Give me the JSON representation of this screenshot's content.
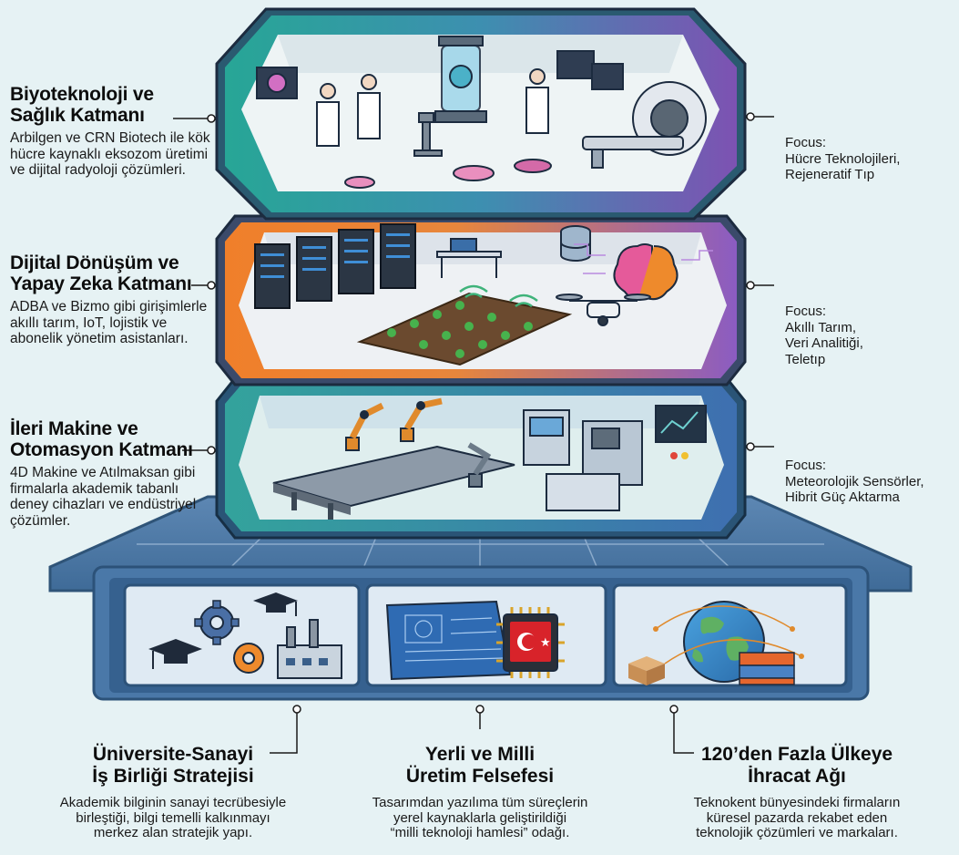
{
  "layers": [
    {
      "title_lines": [
        "Biyoteknoloji ve",
        "Sağlık Katmanı"
      ],
      "description": "Arbilgen ve CRN Biotech ile kök hücre kaynaklı eksozom üretimi ve dijital radyoloji çözümleri.",
      "focus_label": "Focus:",
      "focus_items": [
        "Hücre Teknolojileri,",
        "Rejeneratif Tıp"
      ],
      "colors": {
        "left": "#1f9a8e",
        "right": "#7c4fb0"
      }
    },
    {
      "title_lines": [
        "Dijital Dönüşüm ve",
        "Yapay Zeka Katmanı"
      ],
      "description": "ADBA ve Bizmo gibi girişimlerle akıllı tarım, IoT, lojistik ve abonelik yönetim asistanları.",
      "focus_label": "Focus:",
      "focus_items": [
        "Akıllı Tarım,",
        "Veri Analitiği,",
        "Teletıp"
      ],
      "colors": {
        "left": "#ee7a28",
        "right": "#8a5cc0"
      }
    },
    {
      "title_lines": [
        "İleri Makine ve",
        "Otomasyon Katmanı"
      ],
      "description": "4D Makine ve Atılmaksan gibi firmalarla akademik tabanlı deney cihazları ve endüstriyel çözümler.",
      "focus_label": "Focus:",
      "focus_items": [
        "Meteorolojik Sensörler,",
        "Hibrit Güç Aktarma"
      ],
      "colors": {
        "left": "#2f9a9a",
        "right": "#3f72b2"
      }
    }
  ],
  "foundation": [
    {
      "title_lines": [
        "Üniversite-Sanayi",
        "İş Birliği Stratejisi"
      ],
      "description_lines": [
        "Akademik bilginin sanayi tecrübesiyle",
        "birleştiği, bilgi temelli kalkınmayı",
        "merkez alan stratejik yapı."
      ]
    },
    {
      "title_lines": [
        "Yerli ve Milli",
        "Üretim Felsefesi"
      ],
      "description_lines": [
        "Tasarımdan yazılıma tüm süreçlerin",
        "yerel kaynaklarla geliştirildiği",
        "“milli teknoloji hamlesi” odağı."
      ]
    },
    {
      "title_lines": [
        "120’den Fazla Ülkeye",
        "İhracat Ağı"
      ],
      "description_lines": [
        "Teknokent bünyesindeki firmaların",
        "küresel pazarda rekabet eden",
        "teknolojik çözümleri ve markaları."
      ]
    }
  ],
  "palette": {
    "background": "#e6f2f4",
    "frame": "#2f5f8a",
    "foundation_frame": "#4a78a8",
    "foundation_bg": "#dfeaf3",
    "turkish_red": "#d8232a"
  }
}
